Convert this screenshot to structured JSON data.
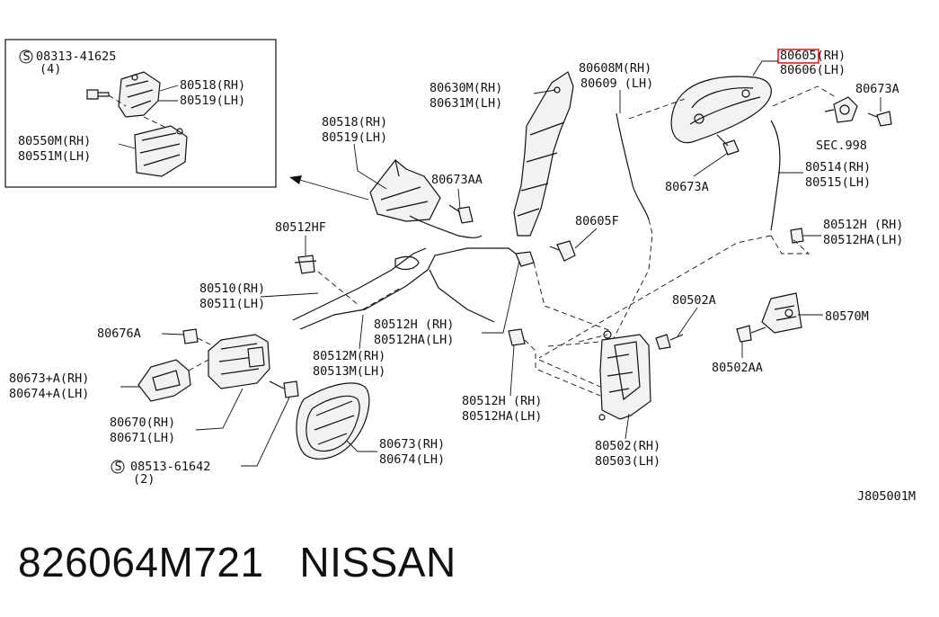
{
  "inset": {
    "screw_code": "08313-41625",
    "screw_qty": "(4)",
    "labels": [
      "80518(RH)",
      "80519(LH)",
      "80550M(RH)",
      "80551M(LH)"
    ]
  },
  "labels": {
    "p80605": "80605(RH)",
    "p80606": "80606(LH)",
    "p80608m": "80608M(RH)",
    "p80609": "80609  (LH)",
    "p80630m": "80630M(RH)",
    "p80631m": "80631M(LH)",
    "p80673a_top": "80673A",
    "p80518": "80518(RH)",
    "p80519": "80519(LH)",
    "p80673aa": "80673AA",
    "sec998": "SEC.998",
    "p80673a_mid": "80673A",
    "p80514": "80514(RH)",
    "p80515": "80515(LH)",
    "p80605f": "80605F",
    "p80512hf": "80512HF",
    "p80512h_r": "80512H (RH)",
    "p80512ha_r": "80512HA(LH)",
    "p80510": "80510(RH)",
    "p80511": "80511(LH)",
    "p80502a": "80502A",
    "p80570m": "80570M",
    "p80512h_c": "80512H  (RH)",
    "p80512ha_c": "80512HA(LH)",
    "p80676a": "80676A",
    "p80512m": "80512M(RH)",
    "p80513m": "80513M(LH)",
    "p80502aa": "80502AA",
    "p80673pa": "80673+A(RH)",
    "p80674pa": "80674+A(LH)",
    "p80512h_b": "80512H  (RH)",
    "p80512ha_b": "80512HA(LH)",
    "p80670": "80670(RH)",
    "p80671": "80671(LH)",
    "p80673b": "80673(RH)",
    "p80674b": "80674(LH)",
    "p80502": "80502(RH)",
    "p80503": "80503(LH)",
    "screw2_code": "08513-61642",
    "screw2_qty": "(2)",
    "diagram_id": "J805001M"
  },
  "screw_symbol": "S",
  "footer": {
    "part_number": "826064M721",
    "brand": "NISSAN"
  },
  "colors": {
    "highlight": "#e02020",
    "ink": "#111111"
  }
}
